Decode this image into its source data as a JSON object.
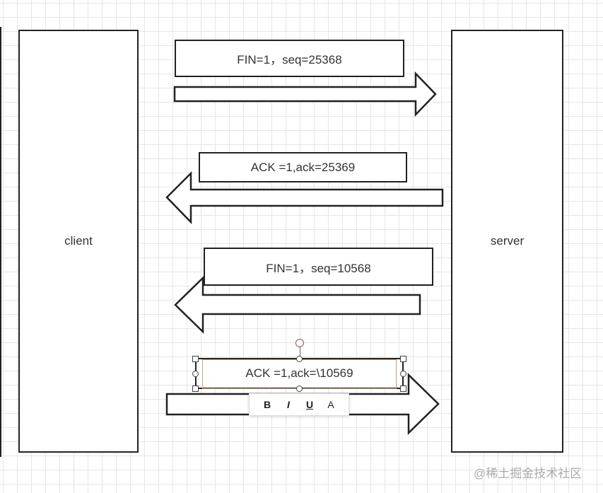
{
  "nodes": {
    "client": "client",
    "server": "server"
  },
  "messages": [
    {
      "text": "FIN=1，seq=25368",
      "direction": "to-server"
    },
    {
      "text": "ACK =1,ack=25369",
      "direction": "to-client"
    },
    {
      "text": "FIN=1，seq=10568",
      "direction": "to-client"
    },
    {
      "text": "ACK =1,ack=\\10569",
      "direction": "to-server"
    }
  ],
  "toolbar": {
    "bold": "B",
    "italic": "I",
    "underline": "U",
    "font_color": "A"
  },
  "watermark": "@稀土掘金技术社区",
  "colors": {
    "stroke": "#222222",
    "grid": "#e6e6e6",
    "selection": "#c9a27a"
  }
}
